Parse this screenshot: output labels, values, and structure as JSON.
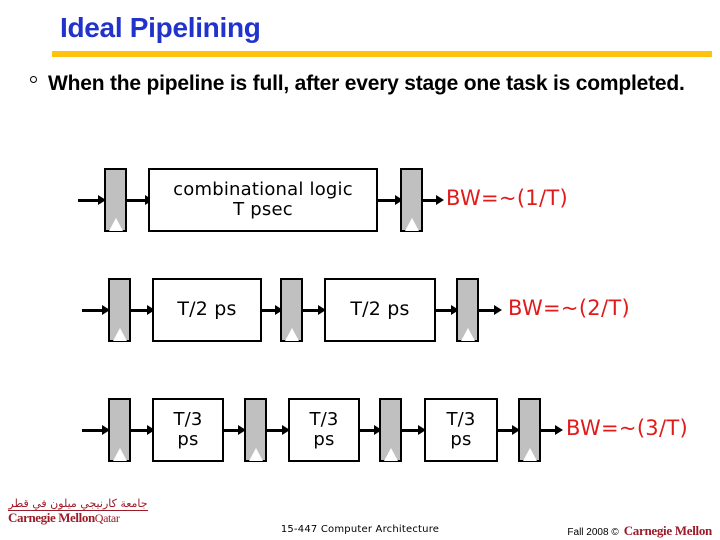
{
  "slide": {
    "title": "Ideal Pipelining",
    "accent_color": "#2233cc",
    "rule_color": "#ffc20e",
    "bullet_marker": "circle-outline-bullet",
    "bullet_text": "When the pipeline is full, after every stage one task is completed."
  },
  "diagram": {
    "register_fill": "#c0c0c0",
    "bw_color": "#e01b1b",
    "rows": [
      {
        "id": "row-1-stage",
        "registers": 2,
        "stages": [
          "combinational logic\nT psec"
        ],
        "bw_label": "BW=~(1/T)"
      },
      {
        "id": "row-2-stage",
        "registers": 3,
        "stages": [
          "T/2 ps",
          "T/2 ps"
        ],
        "bw_label": "BW=~(2/T)"
      },
      {
        "id": "row-3-stage",
        "registers": 4,
        "stages": [
          "T/3\nps",
          "T/3\nps",
          "T/3\nps"
        ],
        "bw_label": "BW=~(3/T)"
      }
    ],
    "row1": {
      "stage1_line1": "combinational logic",
      "stage1_line2": "T psec",
      "bw": "BW=~(1/T)"
    },
    "row2": {
      "stage1": "T/2 ps",
      "stage2": "T/2 ps",
      "bw": "BW=~(2/T)"
    },
    "row3": {
      "stage1_line1": "T/3",
      "stage1_line2": "ps",
      "stage2_line1": "T/3",
      "stage2_line2": "ps",
      "stage3_line1": "T/3",
      "stage3_line2": "ps",
      "bw": "BW=~(3/T)"
    }
  },
  "footer": {
    "course": "15-447  Computer Architecture",
    "term": "Fall 2008 ©",
    "brand": "Carnegie Mellon",
    "logo": {
      "arabic": "جامعة كارنيجي ميلون في قطر",
      "latin": "Carnegie Mellon",
      "qatar": "Qatar"
    }
  }
}
